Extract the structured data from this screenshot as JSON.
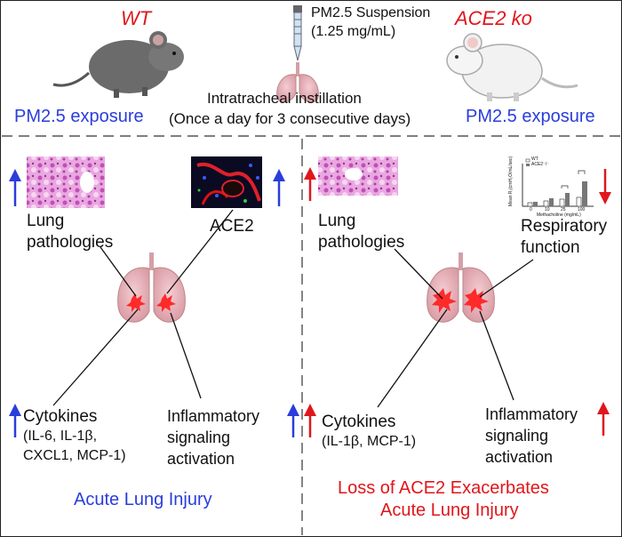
{
  "colors": {
    "blue": "#2a3ddb",
    "red": "#e0161b",
    "lung": "#e9b7be",
    "histology": "#d86fc8"
  },
  "header": {
    "wt_label": "WT",
    "ko_label": "ACE2 ko",
    "suspension_line1": "PM2.5 Suspension",
    "suspension_line2": "(1.25 mg/mL)",
    "instillation_line1": "Intratracheal instillation",
    "instillation_line2": "(Once a day for 3 consecutive days)",
    "exposure_left": "PM2.5 exposure",
    "exposure_right": "PM2.5 exposure"
  },
  "left_panel": {
    "lung_path_line1": "Lung",
    "lung_path_line2": "pathologies",
    "ace2_label": "ACE2",
    "cytokines_title": "Cytokines",
    "cytokines_line1": "(IL-6, IL-1β,",
    "cytokines_line2": "CXCL1, MCP-1)",
    "inflam_line1": "Inflammatory",
    "inflam_line2": "signaling",
    "inflam_line3": "activation",
    "conclusion": "Acute Lung Injury"
  },
  "right_panel": {
    "lung_path_line1": "Lung",
    "lung_path_line2": "pathologies",
    "resp_line1": "Respiratory",
    "resp_line2": "function",
    "cytokines_title": "Cytokines",
    "cytokines_line1": "(IL-1β, MCP-1)",
    "inflam_line1": "Inflammatory",
    "inflam_line2": "signaling",
    "inflam_line3": "activation",
    "conclusion_line1": "Loss of ACE2 Exacerbates",
    "conclusion_line2": "Acute Lung Injury",
    "mini_chart": {
      "ylabel": "Mean R₁(cmH₂O/mL/sec)",
      "xlabel": "Methacholine (mg/mL)",
      "legend": [
        "WT",
        "ACE2⁻/⁻"
      ],
      "ticks": [
        "0",
        "10",
        "25",
        "100"
      ]
    }
  },
  "icons": [
    "mouse-wt-icon",
    "mouse-ko-icon",
    "pipette-icon",
    "lungs-icon",
    "up-arrow-icon",
    "down-arrow-icon"
  ]
}
